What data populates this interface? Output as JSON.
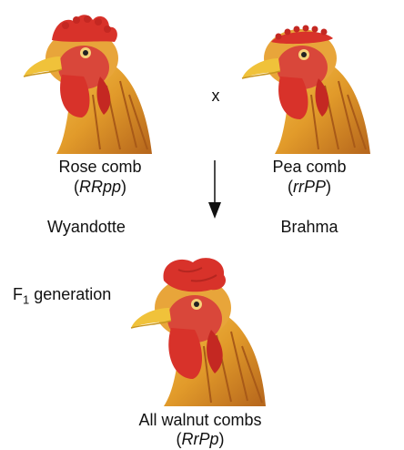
{
  "cross": {
    "symbol": "x",
    "parent_left": {
      "comb": "Rose comb",
      "genotype_open": "(",
      "genotype": "RRpp",
      "genotype_close": ")",
      "breed": "Wyandotte"
    },
    "parent_right": {
      "comb": "Pea comb",
      "genotype_open": "(",
      "genotype": "rrPP",
      "genotype_close": ")",
      "breed": "Brahma"
    }
  },
  "offspring": {
    "generation_label": "F",
    "generation_subscript": "1",
    "generation_word": " generation",
    "comb": "All walnut combs",
    "genotype_open": "(",
    "genotype": "RrPp",
    "genotype_close": ")"
  },
  "colors": {
    "comb_red": "#d8322a",
    "wattle_red": "#d9473a",
    "beak_yellow": "#f0c23a",
    "feather_gold": "#e19a2a",
    "feather_dark": "#b5651c",
    "arrow": "#111111"
  }
}
